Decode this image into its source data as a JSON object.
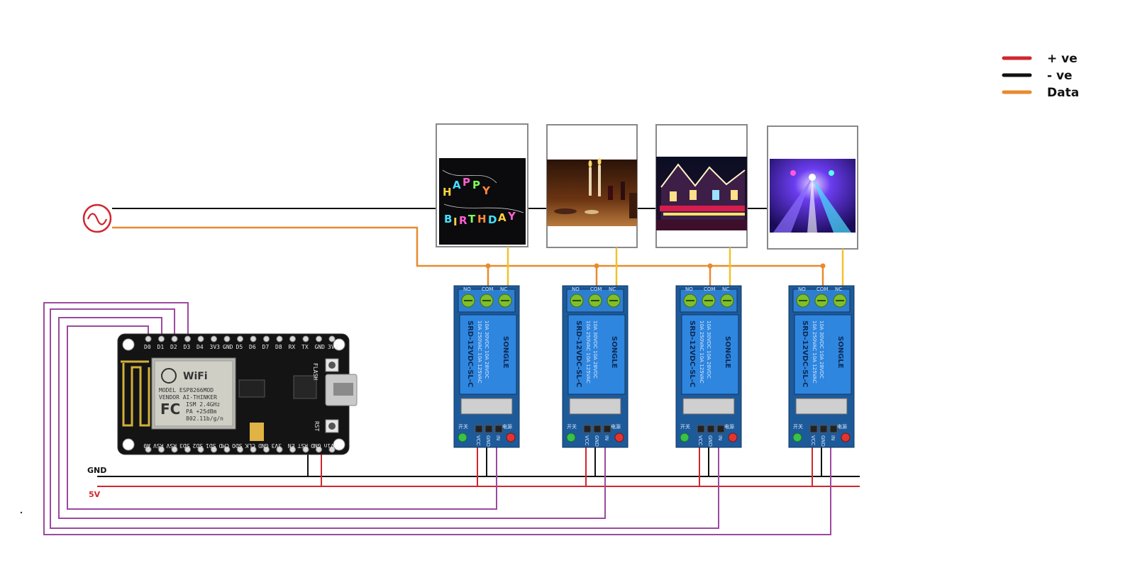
{
  "legend": {
    "positive": {
      "label": "+ ve",
      "color": "#d0262e"
    },
    "negative": {
      "label": "- ve",
      "color": "#111111"
    },
    "data": {
      "label": "Data",
      "color": "#e98a2e"
    }
  },
  "rails": {
    "gnd_label": "GND",
    "v5_label": "5V",
    "v5_color": "#d0262e"
  },
  "wire_colors": {
    "signal": "#9b4aa0",
    "relay_out": "#f2c12e"
  },
  "ac_source": {
    "icon": "ac-source-symbol",
    "color": "#d0262e"
  },
  "loads": [
    {
      "name": "birthday-lights",
      "text": "HAPPY BIRTHDAY"
    },
    {
      "name": "candles"
    },
    {
      "name": "house-lights"
    },
    {
      "name": "stage-lights"
    }
  ],
  "nodemcu": {
    "top_pins": [
      "D0",
      "D1",
      "D2",
      "D3",
      "D4",
      "3V3",
      "GND",
      "D5",
      "D6",
      "D7",
      "D8",
      "RX",
      "TX",
      "GND",
      "3V3"
    ],
    "bottom_pins": [
      "A0",
      "RSV",
      "RSV",
      "SD3",
      "SD2",
      "SD1",
      "CMD",
      "SDO",
      "CLK",
      "GND",
      "3V3",
      "EN",
      "RST",
      "GND",
      "Vin"
    ],
    "module_lines": [
      "MODEL ESP8266MOD",
      "VENDOR AI-THINKER",
      "ISM 2.4GHz",
      "PA +25dBm",
      "802.11b/g/n"
    ],
    "wifi": "WiFi",
    "fc": "FC",
    "flash": "FLASH",
    "rst": "RST"
  },
  "relay": {
    "brand": "SONGLE",
    "model": "SRD-12VDC-SL-C",
    "ratings": [
      "10A 250VAC  10A 125VAC",
      "10A 30VDC  10A 28VDC"
    ],
    "top_labels": [
      "NO",
      "COM",
      "NC"
    ],
    "pin_labels": [
      "VCC",
      "GND",
      "IN"
    ],
    "switch_label": "开关",
    "power_label": "电源",
    "count": 4
  }
}
